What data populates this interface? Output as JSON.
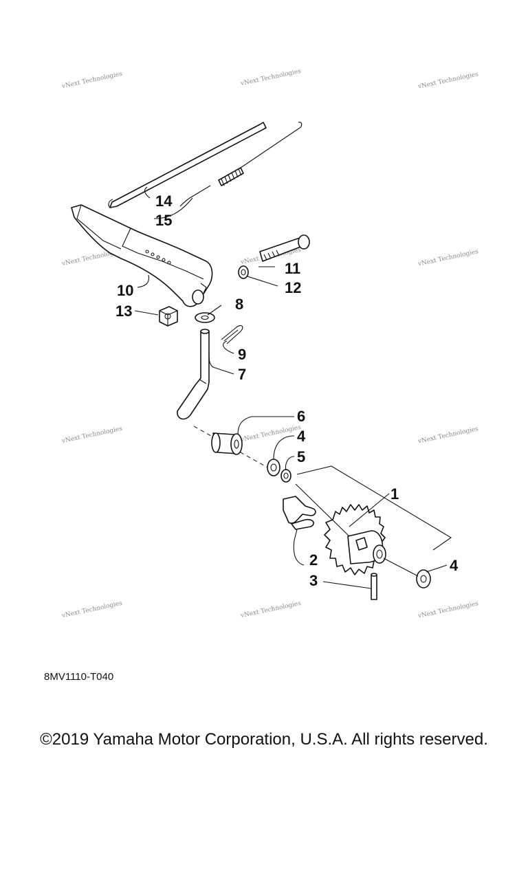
{
  "watermark": {
    "text": "vNext Technologies"
  },
  "callouts": {
    "c1": "1",
    "c2": "2",
    "c3": "3",
    "c4a": "4",
    "c4b": "4",
    "c5": "5",
    "c6": "6",
    "c7": "7",
    "c8": "8",
    "c9": "9",
    "c10": "10",
    "c11": "11",
    "c12": "12",
    "c13": "13",
    "c14": "14",
    "c15": "15"
  },
  "drawing_code": "8MV1110-T040",
  "copyright": "©2019 Yamaha Motor Corporation, U.S.A. All rights reserved."
}
